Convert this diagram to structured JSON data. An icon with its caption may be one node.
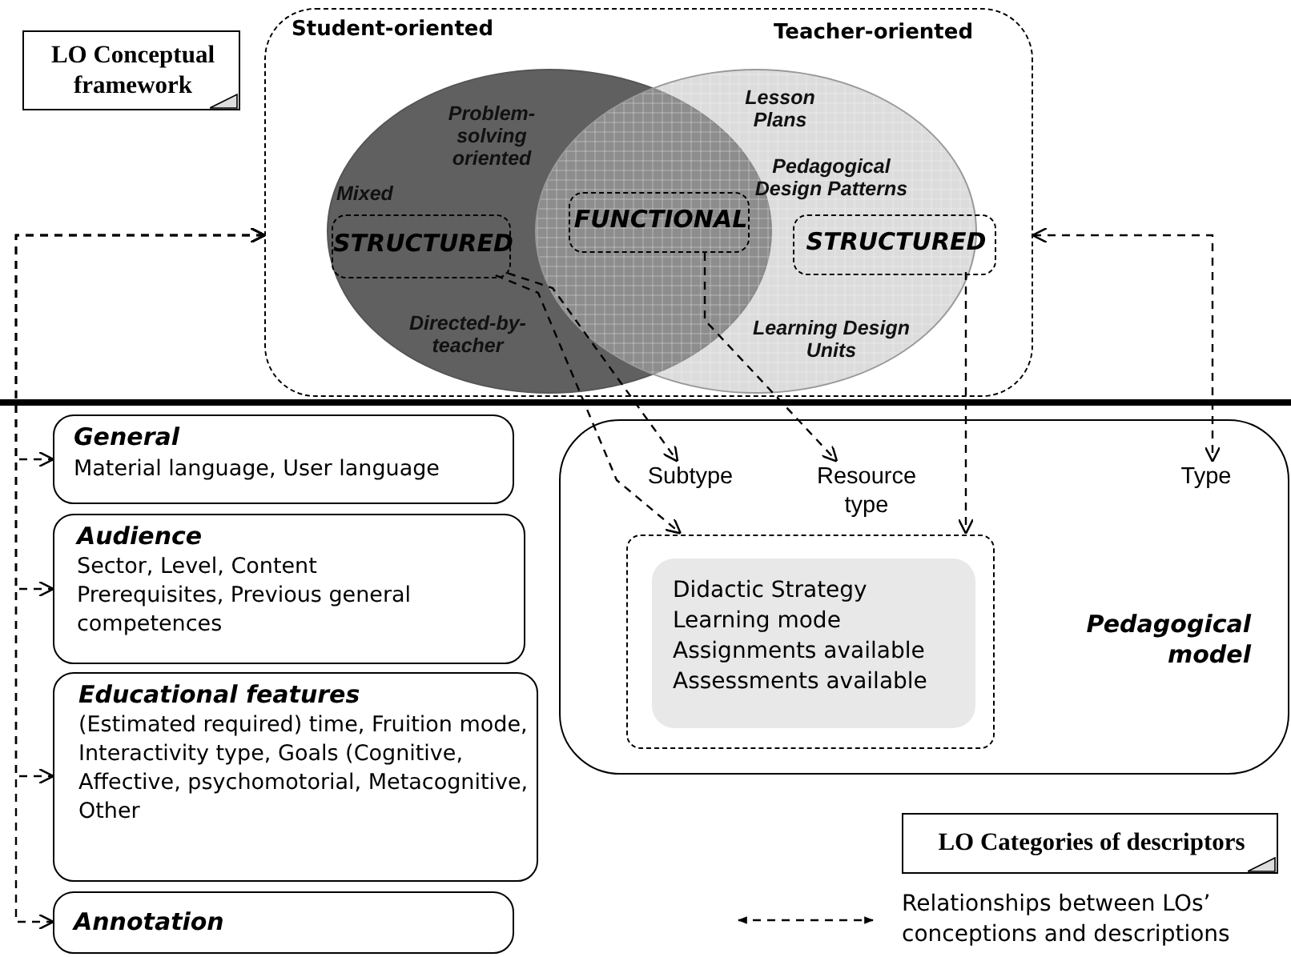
{
  "diagram": {
    "nodes": [
      {
        "text": [],
        "shape": "box"
      },
      {
        "text": [
          "Problem-solving oriented",
          "Mixed",
          "Directed-by-teacher"
        ],
        "in": 0
      },
      {
        "text": [
          "Lesson Plans",
          "Pedagogical Design Patterns",
          "Learning Design Units"
        ],
        "in": 0
      },
      {
        "text": [
          "STRUCTURED"
        ],
        "in": 1
      },
      {
        "text": [
          "FUNCTIONAL"
        ]
      },
      {
        "text": [
          "STRUCTURED"
        ],
        "in": 2
      },
      {
        "text": [
          "LO Conceptual framework"
        ]
      },
      {
        "text": [
          "General",
          "Material language, User language"
        ]
      },
      {
        "text": [
          "Audience",
          "Sector, Level, Content Prerequisites, Previous general competences"
        ]
      },
      {
        "text": [
          "Educational features",
          "(Estimated required) time, Fruition mode, Interactivity type, Goals (Cognitive, Affective, psychomotorial, Metacognitive, Other"
        ]
      },
      {
        "text": [
          "Annotation"
        ]
      },
      {
        "text": [
          "Pedagogical model"
        ]
      },
      {
        "text": [
          "Subtype"
        ],
        "in": 11
      },
      {
        "text": [
          "Resource type"
        ],
        "in": 11
      },
      {
        "text": [
          "Type"
        ],
        "in": 11
      },
      {
        "text": [],
        "shape": "box",
        "in": 11
      },
      {
        "text": [
          "Didactic Strategy Learning mode Assignments available Assessments available"
        ],
        "in": 15
      },
      {
        "text": [
          "LO Categories of descriptors"
        ]
      }
    ],
    "edges": [
      {
        "from": 0,
        "to": 7,
        "arrow": "both"
      },
      {
        "from": 0,
        "to": 8,
        "arrow": "both"
      },
      {
        "from": 0,
        "to": 9,
        "arrow": "both"
      },
      {
        "from": 0,
        "to": 10,
        "arrow": "both"
      },
      {
        "from": 0,
        "to": 14,
        "arrow": "both"
      },
      {
        "from": 3,
        "to": 12,
        "arrow": "to"
      },
      {
        "from": 3,
        "to": 15,
        "arrow": "to"
      },
      {
        "from": 4,
        "to": 13,
        "arrow": "to"
      },
      {
        "from": 5,
        "to": 15,
        "arrow": "to"
      }
    ],
    "labels": [
      "Student-oriented",
      "Teacher-oriented"
    ],
    "legend": [
      {
        "text": "Relationships between LOs’ conceptions and descriptions"
      }
    ]
  }
}
